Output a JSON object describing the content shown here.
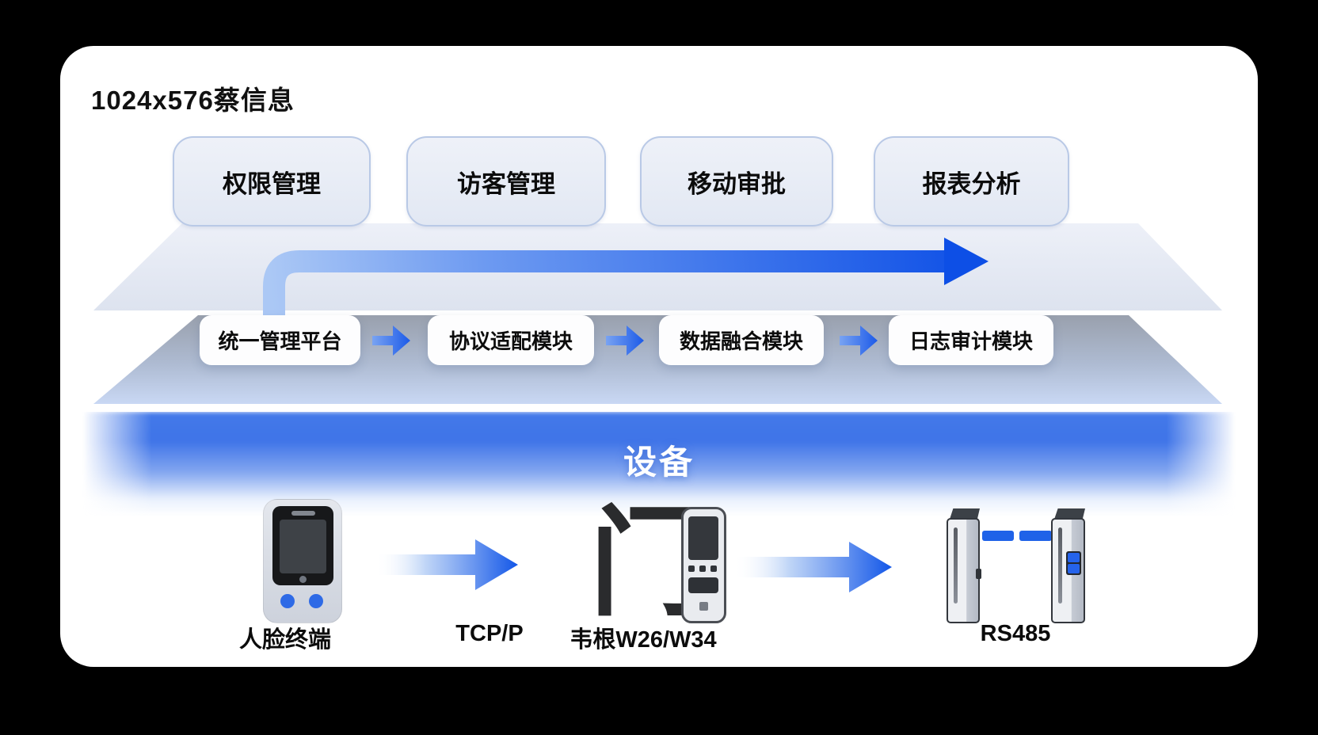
{
  "title": "1024x576蔡信息",
  "app_layer": {
    "buttons": [
      {
        "label": "权限管理"
      },
      {
        "label": "访客管理"
      },
      {
        "label": "移动审批"
      },
      {
        "label": "报表分析"
      }
    ]
  },
  "platform_layer": {
    "modules": [
      {
        "label": "统一管理平台"
      },
      {
        "label": "协议适配模块"
      },
      {
        "label": "数据融合模块"
      },
      {
        "label": "日志审计模块"
      }
    ]
  },
  "device_layer": {
    "band_label": "设备",
    "door_glyph": "门",
    "labels": [
      {
        "label": "人脸终端",
        "icon": "face-terminal-icon"
      },
      {
        "label": "TCP/P",
        "icon": "flow-arrow-icon"
      },
      {
        "label": "韦根W26/W34",
        "icon": "door-reader-icon"
      },
      {
        "label": "RS485",
        "icon": "turnstile-gate-icon"
      }
    ]
  },
  "colors": {
    "page_bg": "#000000",
    "card_bg": "#ffffff",
    "accent_blue": "#1a5ce8",
    "band_blue": "#3f74e8",
    "layer_light": "#e9edf6",
    "layer_dark_top": "#9fa6b3",
    "layer_dark_bottom": "#c9d8f4"
  }
}
